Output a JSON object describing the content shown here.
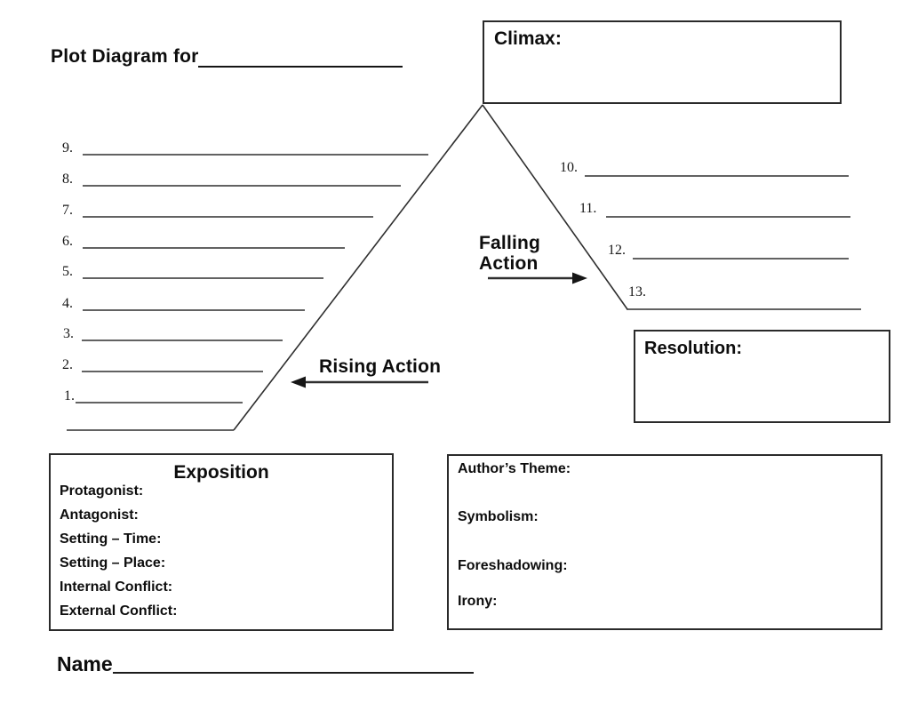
{
  "page": {
    "title": "Plot Diagram for",
    "name_label": "Name"
  },
  "boxes": {
    "climax_label": "Climax:",
    "resolution_label": "Resolution:",
    "exposition_title": "Exposition",
    "exposition_fields": [
      "Protagonist:",
      "Antagonist:",
      "Setting – Time:",
      "Setting – Place:",
      "Internal Conflict:",
      "External Conflict:"
    ],
    "theme_fields": [
      "Author’s Theme:",
      "Symbolism:",
      "Foreshadowing:",
      "Irony:"
    ]
  },
  "labels": {
    "rising_action": "Rising Action",
    "falling_action": "Falling Action"
  },
  "steps": {
    "rising": [
      "1.",
      "2.",
      "3.",
      "4.",
      "5.",
      "6.",
      "7.",
      "8.",
      "9."
    ],
    "falling": [
      "10.",
      "11.",
      "12.",
      "13."
    ]
  },
  "colors": {
    "ink": "#0d0d0d",
    "line": "#2f2f2f"
  }
}
